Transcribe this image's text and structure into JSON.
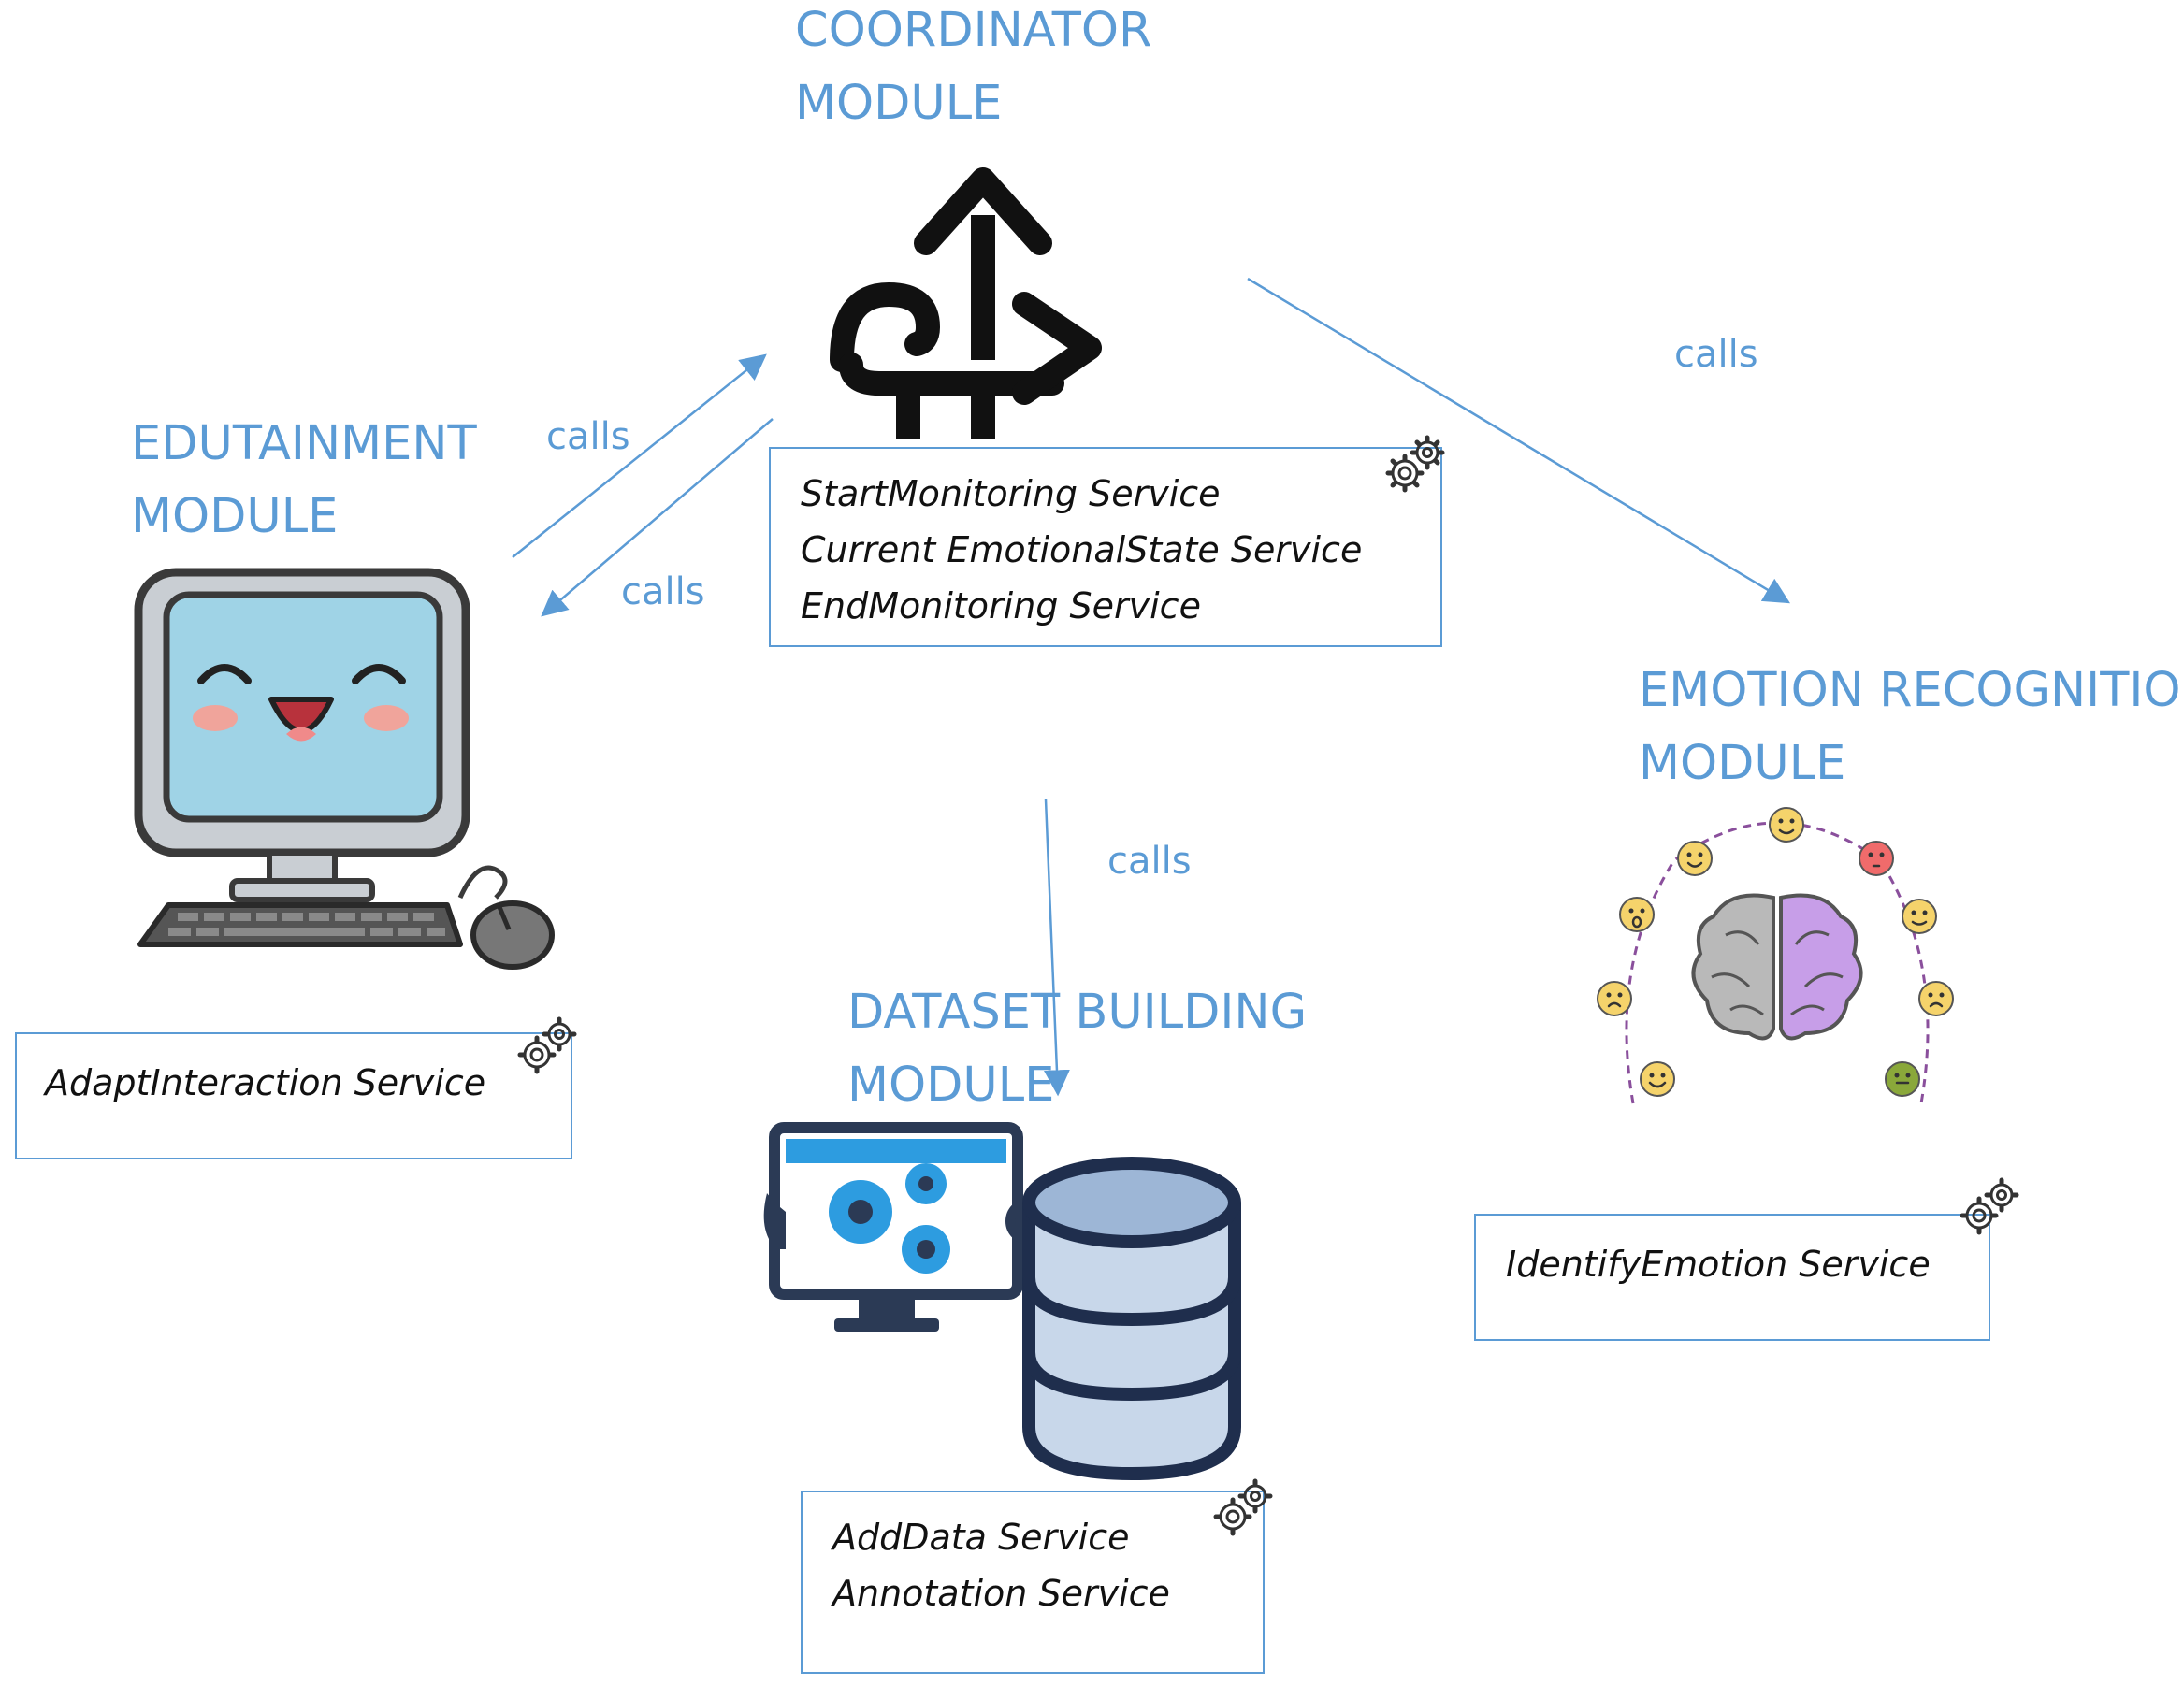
{
  "modules": {
    "coordinator": {
      "title_line1": "COORDINATOR",
      "title_line2": "MODULE"
    },
    "edutainment": {
      "title_line1": "EDUTAINMENT",
      "title_line2": "MODULE"
    },
    "emotion": {
      "title_line1": "EMOTION RECOGNITION",
      "title_line2": "MODULE"
    },
    "dataset": {
      "title_line1": "DATASET BUILDING",
      "title_line2": "MODULE"
    }
  },
  "services": {
    "coordinator": [
      "StartMonitoring Service",
      "Current EmotionalState Service",
      "EndMonitoring Service"
    ],
    "edutainment": [
      "AdaptInteraction Service"
    ],
    "emotion": [
      "IdentifyEmotion Service"
    ],
    "dataset": [
      "AddData Service",
      "Annotation Service"
    ]
  },
  "connectors": {
    "edu_to_coord": "calls",
    "coord_to_edu": "calls",
    "coord_to_emotion": "calls",
    "coord_to_dataset": "calls"
  },
  "icons": {
    "coordinator": "route-arrows-icon",
    "edutainment": "smiling-computer-icon",
    "emotion": "brain-emotions-icon",
    "dataset": "monitor-gears-database-icon",
    "service": "gears-icon"
  },
  "colors": {
    "accent": "#5b9bd5",
    "text": "#111111"
  }
}
